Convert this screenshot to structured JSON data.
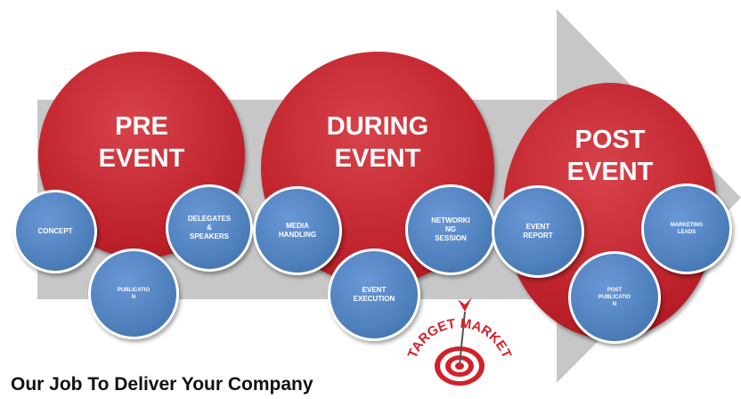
{
  "colors": {
    "arrow": "#c7c7c7",
    "red_circle": "#c2262f",
    "blue_circle": "#4f81bd",
    "target_red": "#d3202a"
  },
  "stages": [
    {
      "title_line1": "PRE",
      "title_line2": "EVENT",
      "items": [
        {
          "label": "CONCEPT"
        },
        {
          "label": "PUBLICATIO\nN"
        },
        {
          "label": "DELEGATES\n&\nSPEAKERS"
        }
      ]
    },
    {
      "title_line1": "DURING",
      "title_line2": "EVENT",
      "items": [
        {
          "label": "MEDIA\nHANDLING"
        },
        {
          "label": "EVENT\nEXECUTION"
        },
        {
          "label": "NETWORKI\nNG\nSESSION"
        }
      ]
    },
    {
      "title_line1": "POST",
      "title_line2": "EVENT",
      "items": [
        {
          "label": "EVENT\nREPORT"
        },
        {
          "label": "POST\nPUBLICATIO\nN"
        },
        {
          "label": "MARKETING\nLEADS"
        }
      ]
    }
  ],
  "footer": {
    "tagline": "Our Job To Deliver Your Company",
    "target_label": "TARGET MARKET",
    "icon": "target-icon"
  }
}
